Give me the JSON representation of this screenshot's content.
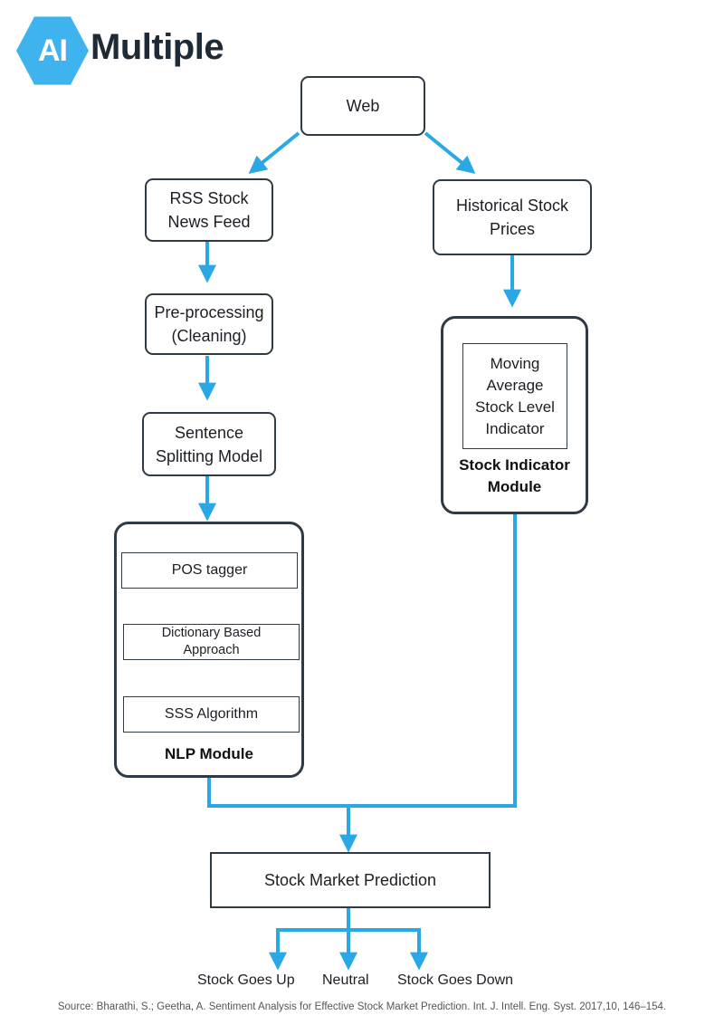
{
  "logo": {
    "badge": "AI",
    "word": "Multiple"
  },
  "nodes": {
    "web": "Web",
    "rss": "RSS Stock\nNews Feed",
    "historical": "Historical Stock\nPrices",
    "preprocessing": "Pre-processing\n(Cleaning)",
    "sentence": "Sentence\nSplitting Model",
    "moving_average": "Moving\nAverage\nStock Level\nIndicator",
    "stock_indicator_module": "Stock Indicator\nModule",
    "pos_tagger": "POS tagger",
    "dictionary": "Dictionary Based\nApproach",
    "sss": "SSS Algorithm",
    "nlp_module": "NLP Module",
    "prediction": "Stock Market Prediction"
  },
  "outcomes": {
    "up": "Stock Goes Up",
    "neutral": "Neutral",
    "down": "Stock Goes Down"
  },
  "source": "Source: Bharathi, S.; Geetha, A. Sentiment Analysis for Effective Stock Market Prediction. Int. J. Intell. Eng. Syst. 2017,10, 146–154.",
  "colors": {
    "arrow": "#2aa8e6",
    "border": "#2f3a45",
    "brand": "#3fb3ee"
  }
}
